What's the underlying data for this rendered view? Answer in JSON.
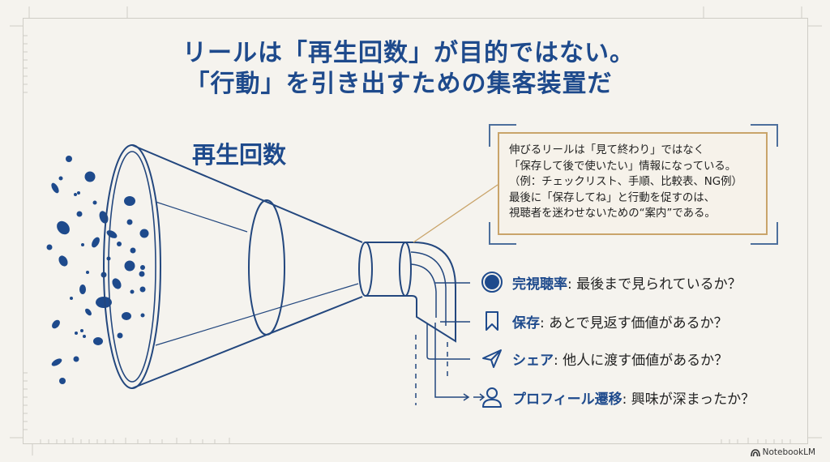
{
  "title": {
    "line1": "リールは「再生回数」が目的ではない。",
    "line2": "「行動」を引き出すための集客装置だ"
  },
  "funnel": {
    "label": "再生回数"
  },
  "note": {
    "lines": [
      "伸びるリールは「見て終わり」ではなく",
      "「保存して後で使いたい」情報になっている。",
      "（例：チェックリスト、手順、比較表、NG例）",
      "最後に「保存してね」と行動を促すのは、",
      "視聴者を迷わせないための“案内”である。"
    ]
  },
  "metrics": [
    {
      "icon": "filled-circle-icon",
      "label": "完視聴率",
      "text": ": 最後まで見られているか？"
    },
    {
      "icon": "bookmark-icon",
      "label": "保存",
      "text": ": あとで見返す価値があるか？"
    },
    {
      "icon": "send-icon",
      "label": "シェア",
      "text": ": 他人に渡す価値があるか？"
    },
    {
      "icon": "user-icon",
      "label": "プロフィール遷移",
      "text": ": 興味が深まったか？"
    }
  ],
  "branding": {
    "name": "NotebookLM"
  },
  "colors": {
    "accent_blue": "#1e4a8c",
    "line_blue": "#23477e",
    "note_border": "#c9a46a",
    "background": "#f5f3ee"
  }
}
